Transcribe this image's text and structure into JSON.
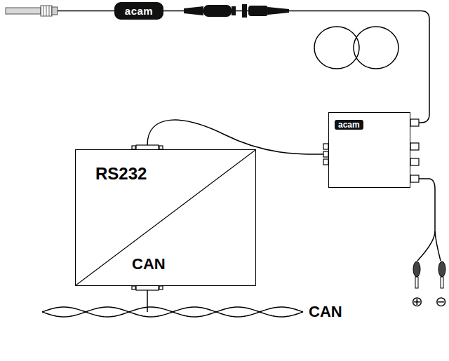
{
  "diagram": {
    "nodes": [
      {
        "text": [
          "acam"
        ]
      },
      {
        "text": [
          "RS232",
          "CAN"
        ]
      },
      {
        "text": [
          "acam"
        ]
      }
    ],
    "edges": [
      {
        "from": 0,
        "to": 2,
        "arrow": "none"
      },
      {
        "from": 1,
        "to": 2,
        "arrow": "none"
      }
    ],
    "labels": [
      "CAN",
      "⊕",
      "⊖"
    ]
  }
}
